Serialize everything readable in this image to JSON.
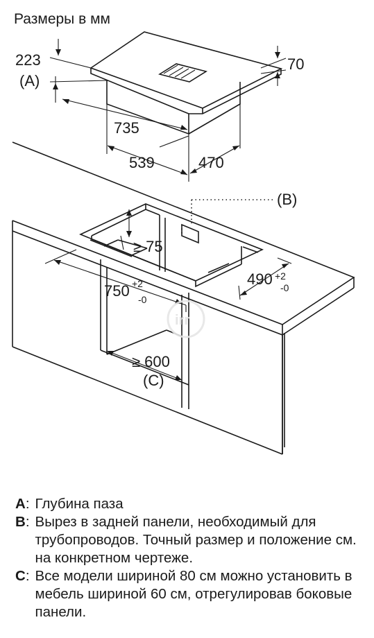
{
  "title": "Размеры в мм",
  "dimensions": {
    "slot_depth": "223",
    "slot_depth_key": "(A)",
    "appliance_depth_top": "70",
    "width_735": "735",
    "width_539": "539",
    "depth_470": "470",
    "ref_b": "(B)",
    "min_75": "≥ 75",
    "cutout_750": "750",
    "cutout_750_sup": "+2",
    "cutout_750_sub": "-0",
    "cutout_490": "490",
    "cutout_490_sup": "+2",
    "cutout_490_sub": "-0",
    "min_600": "≥ 600",
    "ref_c": "(C)"
  },
  "watermark": "irr.ru",
  "legend": [
    {
      "key": "A",
      "text": "Глубина паза"
    },
    {
      "key": "B",
      "text": "Вырез в задней панели, необходимый для трубопроводов. Точный размер и положение см. на конкретном чертеже."
    },
    {
      "key": "C",
      "text": "Все модели шириной 80 см можно установить в мебель шириной 60 см, отрегулировав боковые панели."
    }
  ]
}
